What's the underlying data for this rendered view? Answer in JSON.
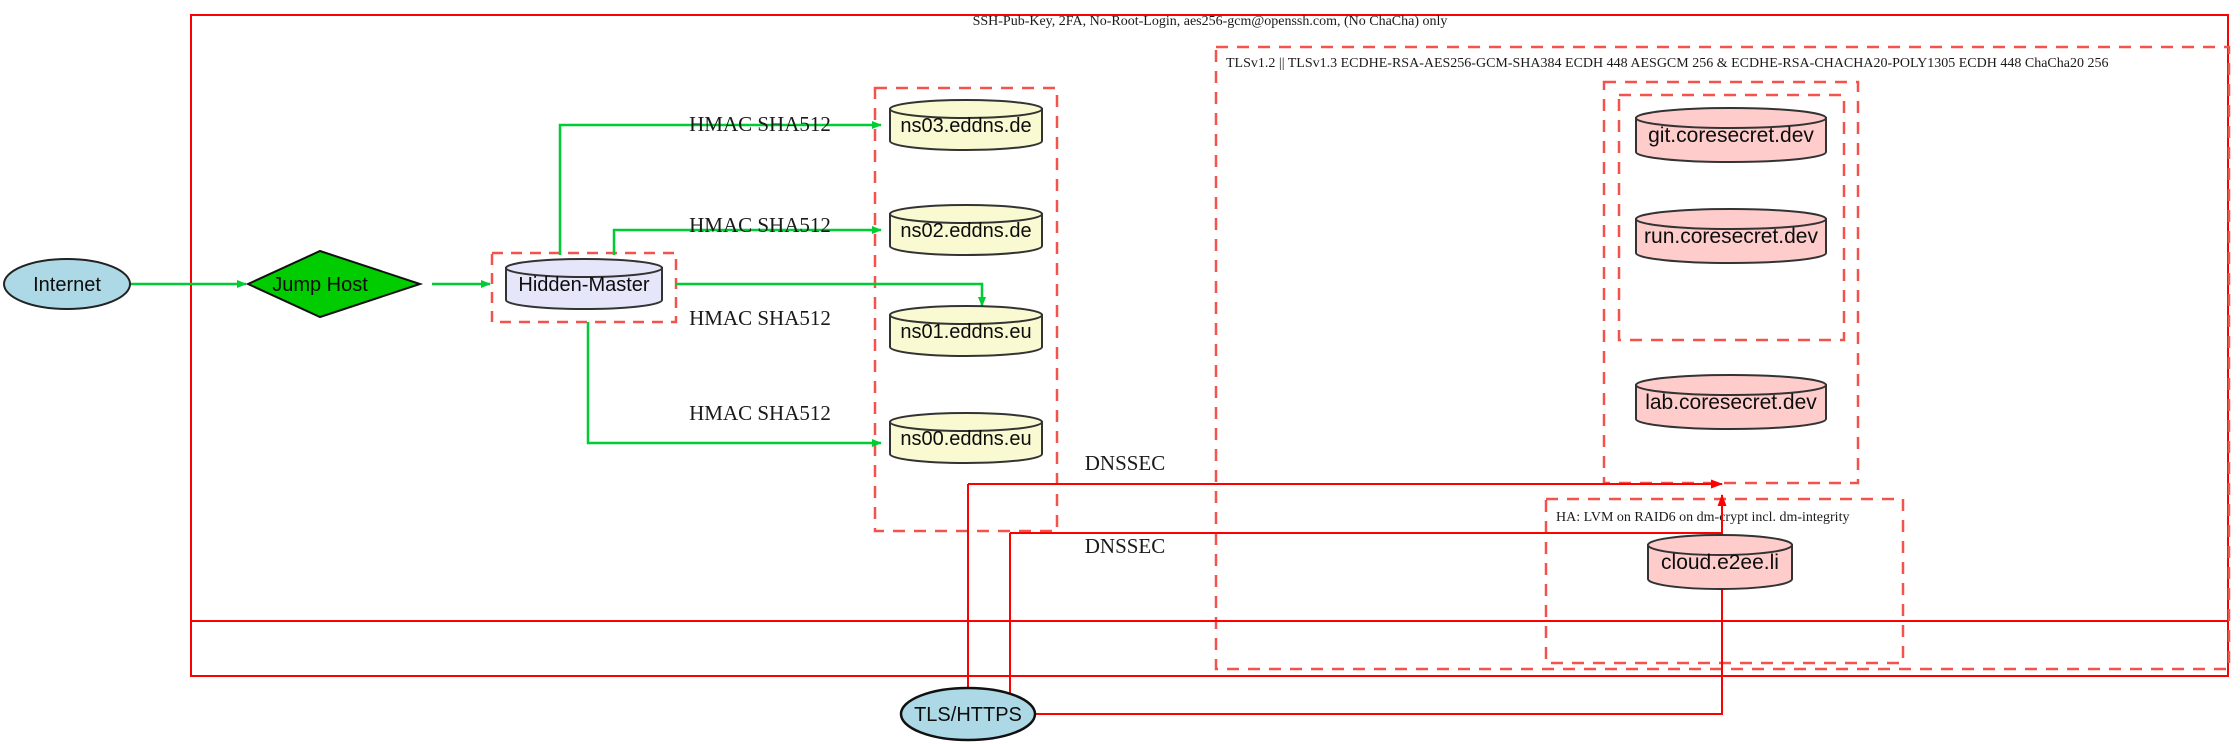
{
  "diagram": {
    "title_labels": {
      "ssh_policy": "SSH-Pub-Key, 2FA, No-Root-Login, aes256-gcm@openssh.com, (No ChaCha) only",
      "tls_policy": "TLSv1.2 || TLSv1.3 ECDHE-RSA-AES256-GCM-SHA384 ECDH 448 AESGCM 256 & ECDHE-RSA-CHACHA20-POLY1305 ECDH 448 ChaCha20 256",
      "ha_policy": "HA: LVM on RAID6 on dm-crypt incl. dm-integrity"
    },
    "nodes": {
      "internet": "Internet",
      "jump_host": "Jump Host",
      "hidden_master": "Hidden-Master",
      "ns03": "ns03.eddns.de",
      "ns02": "ns02.eddns.de",
      "ns01": "ns01.eddns.eu",
      "ns00": "ns00.eddns.eu",
      "git": "git.coresecret.dev",
      "run": "run.coresecret.dev",
      "lab": "lab.coresecret.dev",
      "cloud": "cloud.e2ee.li",
      "tls_https": "TLS/HTTPS"
    },
    "edge_labels": {
      "hmac_ns03": "HMAC SHA512",
      "hmac_ns02": "HMAC SHA512",
      "hmac_ns01": "HMAC SHA512",
      "hmac_ns00": "HMAC SHA512",
      "dnssec_upper": "DNSSEC",
      "dnssec_lower": "DNSSEC"
    },
    "colors": {
      "boundary_red": "#ff0000",
      "dashed_red": "#f4524d",
      "edge_green": "#00cc33",
      "internet_fill": "#add8e6",
      "jump_host_fill": "#00cc00",
      "hidden_master_fill": "#e6e6fa",
      "dns_fill": "#fafad2",
      "service_fill": "#ffcccc"
    }
  }
}
